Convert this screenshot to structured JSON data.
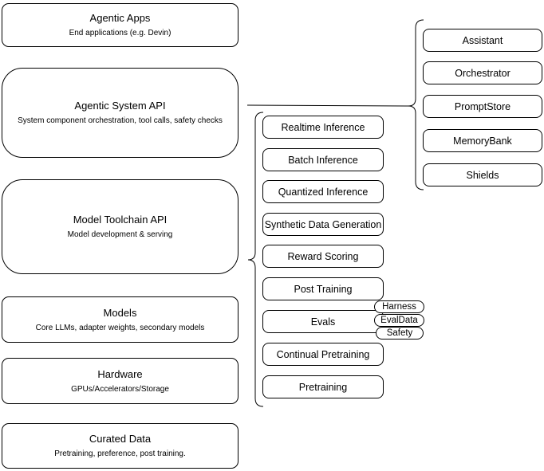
{
  "layers": [
    {
      "title": "Agentic Apps",
      "subtitle": "End applications (e.g. Devin)"
    },
    {
      "title": "Agentic System API",
      "subtitle": "System component orchestration, tool calls, safety checks"
    },
    {
      "title": "Model Toolchain API",
      "subtitle": "Model development & serving"
    },
    {
      "title": "Models",
      "subtitle": "Core LLMs, adapter weights, secondary models"
    },
    {
      "title": "Hardware",
      "subtitle": "GPUs/Accelerators/Storage"
    },
    {
      "title": "Curated Data",
      "subtitle": "Pretraining, preference, post training."
    }
  ],
  "toolchain_items": [
    "Realtime Inference",
    "Batch Inference",
    "Quantized Inference",
    "Synthetic Data Generation",
    "Reward Scoring",
    "Post Training",
    "Evals",
    "Continual Pretraining",
    "Pretraining"
  ],
  "eval_tags": [
    "Harness",
    "EvalData",
    "Safety"
  ],
  "system_components": [
    "Assistant",
    "Orchestrator",
    "PromptStore",
    "MemoryBank",
    "Shields"
  ],
  "colors": {
    "background": "#ffffff",
    "border": "#000000",
    "text": "#000000"
  }
}
